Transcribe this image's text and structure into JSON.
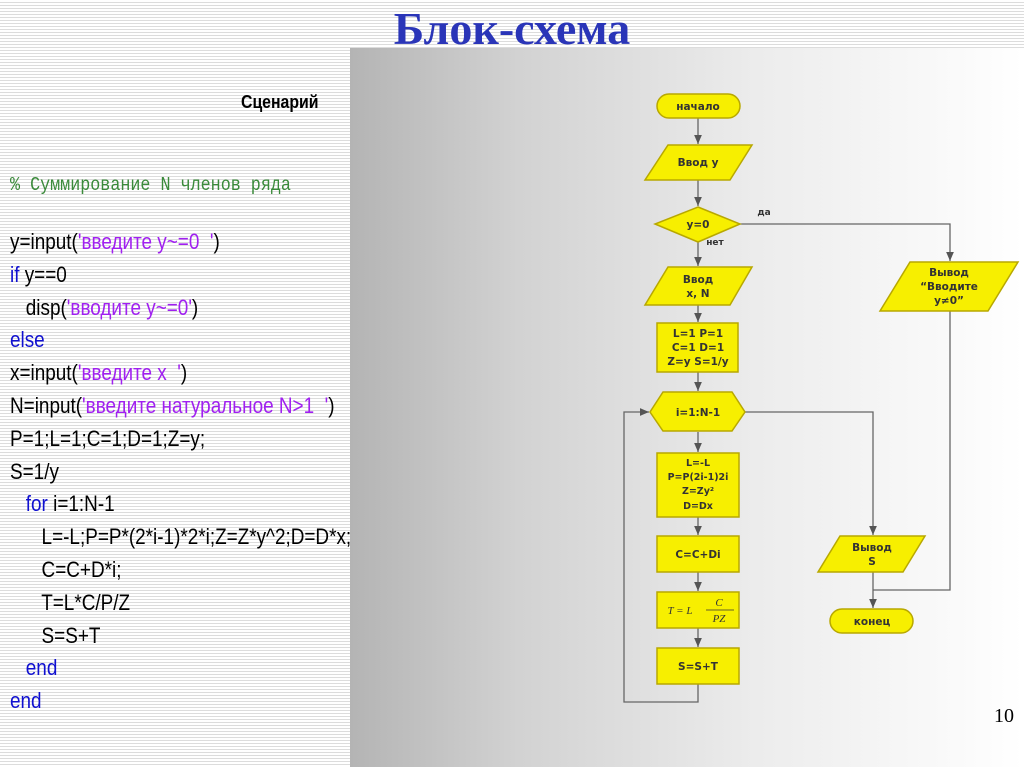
{
  "title": "Блок-схема",
  "scenario_label": "Сценарий",
  "code": {
    "comment": "% Суммирование N членов ряда",
    "lines": [
      {
        "indent": "",
        "parts": [
          {
            "t": "y=input(",
            "c": ""
          },
          {
            "t": "'введите y~=0  '",
            "c": "str"
          },
          {
            "t": ")",
            "c": ""
          }
        ]
      },
      {
        "indent": "",
        "parts": [
          {
            "t": "if",
            "c": "kw"
          },
          {
            "t": " y==0",
            "c": ""
          }
        ]
      },
      {
        "indent": "   ",
        "parts": [
          {
            "t": "disp(",
            "c": ""
          },
          {
            "t": "'вводите y~=0'",
            "c": "str"
          },
          {
            "t": ")",
            "c": ""
          }
        ]
      },
      {
        "indent": "",
        "parts": [
          {
            "t": "else",
            "c": "kw"
          }
        ]
      },
      {
        "indent": "",
        "parts": [
          {
            "t": "x=input(",
            "c": ""
          },
          {
            "t": "'введите x  '",
            "c": "str"
          },
          {
            "t": ")",
            "c": ""
          }
        ]
      },
      {
        "indent": "",
        "parts": [
          {
            "t": "N=input(",
            "c": ""
          },
          {
            "t": "'введите натуральное N>1  '",
            "c": "str"
          },
          {
            "t": ")",
            "c": ""
          }
        ]
      },
      {
        "indent": "",
        "parts": [
          {
            "t": "P=1;L=1;C=1;D=1;Z=y;",
            "c": ""
          }
        ]
      },
      {
        "indent": "",
        "parts": [
          {
            "t": "S=1/y",
            "c": ""
          }
        ]
      },
      {
        "indent": "   ",
        "parts": [
          {
            "t": "for",
            "c": "kw"
          },
          {
            "t": " i=1:N-1",
            "c": ""
          }
        ]
      },
      {
        "indent": "      ",
        "parts": [
          {
            "t": "L=-L;P=P*(2*i-1)*2*i;Z=Z*y^2;D=D*x;",
            "c": ""
          }
        ]
      },
      {
        "indent": "      ",
        "parts": [
          {
            "t": "C=C+D*i;",
            "c": ""
          }
        ]
      },
      {
        "indent": "      ",
        "parts": [
          {
            "t": "T=L*C/P/Z",
            "c": ""
          }
        ]
      },
      {
        "indent": "      ",
        "parts": [
          {
            "t": "S=S+T",
            "c": ""
          }
        ]
      },
      {
        "indent": "   ",
        "parts": [
          {
            "t": "end",
            "c": "kw"
          }
        ]
      },
      {
        "indent": "",
        "parts": [
          {
            "t": "end",
            "c": "kw"
          }
        ]
      }
    ]
  },
  "flowchart": {
    "start": "начало",
    "input_y": "Ввод y",
    "decision": "y=0",
    "yes": "да",
    "no": "нет",
    "input_xn": [
      "Ввод",
      "x, N"
    ],
    "init": [
      "L=1 P=1",
      "C=1 D=1",
      "Z=y S=1/y"
    ],
    "loop": "i=1:N-1",
    "body": [
      "L=-L",
      "P=P(2i-1)2i",
      "Z=Zy²",
      "D=Dx"
    ],
    "c_update": "C=C+Di",
    "t_formula": {
      "lhs": "T = L",
      "num": "C",
      "den": "PZ"
    },
    "s_update": "S=S+T",
    "output_err": [
      "Вывод",
      "“Вводите",
      "y≠0”"
    ],
    "output_s": [
      "Вывод",
      "S"
    ],
    "end": "конец",
    "fill_color": "#f7ef00",
    "stroke_color": "#b8a800"
  },
  "page_number": "10"
}
